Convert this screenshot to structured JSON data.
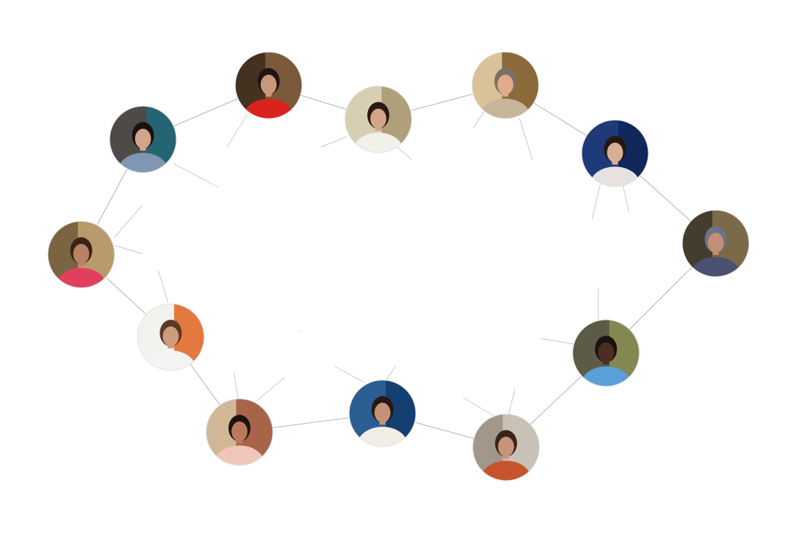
{
  "graph": {
    "background": "#ffffff",
    "edge_color": "#9a9a9a",
    "nodes": [
      {
        "id": "n1",
        "name": "portrait-red-top",
        "palette": {
          "bg": "#7a5a3a",
          "bg2": "#3b2a1c",
          "skin": "#c99878",
          "hair": "#1f1612",
          "cloth": "#d9231c"
        }
      },
      {
        "id": "n2",
        "name": "portrait-kitchen",
        "palette": {
          "bg": "#d7cfb3",
          "bg2": "#a89870",
          "skin": "#d6a488",
          "hair": "#2a1a12",
          "cloth": "#f2f0ea"
        }
      },
      {
        "id": "n3",
        "name": "portrait-pearls",
        "palette": {
          "bg": "#8a6a3a",
          "bg2": "#e6d1a8",
          "skin": "#e0aa8c",
          "hair": "#7a6f66",
          "cloth": "#c7b59a"
        }
      },
      {
        "id": "n4",
        "name": "portrait-blue-backdrop",
        "palette": {
          "bg": "#1f3a78",
          "bg2": "#0f2456",
          "skin": "#d8ae95",
          "hair": "#24170f",
          "cloth": "#e7e2e0"
        }
      },
      {
        "id": "n5",
        "name": "portrait-headscarf",
        "palette": {
          "bg": "#7a6a48",
          "bg2": "#3b3428",
          "skin": "#c28f72",
          "hair": "#6d7388",
          "cloth": "#4c5070"
        }
      },
      {
        "id": "n6",
        "name": "portrait-plant-blue",
        "palette": {
          "bg": "#5d5a46",
          "bg2": "#8b8f55",
          "skin": "#4a2e22",
          "hair": "#1a1210",
          "cloth": "#5aa0d8"
        }
      },
      {
        "id": "n7",
        "name": "portrait-patterned-wall",
        "palette": {
          "bg": "#c9c1b6",
          "bg2": "#9a8f84",
          "skin": "#c69478",
          "hair": "#3a241a",
          "cloth": "#c8542e"
        }
      },
      {
        "id": "n8",
        "name": "portrait-sea",
        "palette": {
          "bg": "#2a5d92",
          "bg2": "#0f3b6b",
          "skin": "#c39378",
          "hair": "#2a1612",
          "cloth": "#f1ede4"
        }
      },
      {
        "id": "n9",
        "name": "portrait-couch",
        "palette": {
          "bg": "#a8644a",
          "bg2": "#d9c6a4",
          "skin": "#b9795a",
          "hair": "#1c1410",
          "cloth": "#f0c6b8"
        }
      },
      {
        "id": "n10",
        "name": "portrait-orange-wall",
        "palette": {
          "bg": "#f2f2ee",
          "bg2": "#e06420",
          "skin": "#d09a7c",
          "hair": "#5a3a22",
          "cloth": "#f4f4f4"
        }
      },
      {
        "id": "n11",
        "name": "portrait-pink-top",
        "palette": {
          "bg": "#b89a6c",
          "bg2": "#6e5a3a",
          "skin": "#b98266",
          "hair": "#3a2416",
          "cloth": "#e23f5e"
        }
      },
      {
        "id": "n12",
        "name": "portrait-shelf",
        "palette": {
          "bg": "#4e4a48",
          "bg2": "#1f6a7a",
          "skin": "#d2a48c",
          "hair": "#1a1210",
          "cloth": "#7f97b2"
        }
      }
    ],
    "edges": [
      [
        "n12",
        "n1"
      ],
      [
        "n1",
        "n2"
      ],
      [
        "n2",
        "n3"
      ],
      [
        "n3",
        "n4"
      ],
      [
        "n4",
        "n5"
      ],
      [
        "n5",
        "n6"
      ],
      [
        "n6",
        "n7"
      ],
      [
        "n7",
        "n8"
      ],
      [
        "n8",
        "n9"
      ],
      [
        "n9",
        "n10"
      ],
      [
        "n10",
        "n11"
      ],
      [
        "n11",
        "n12"
      ]
    ]
  }
}
